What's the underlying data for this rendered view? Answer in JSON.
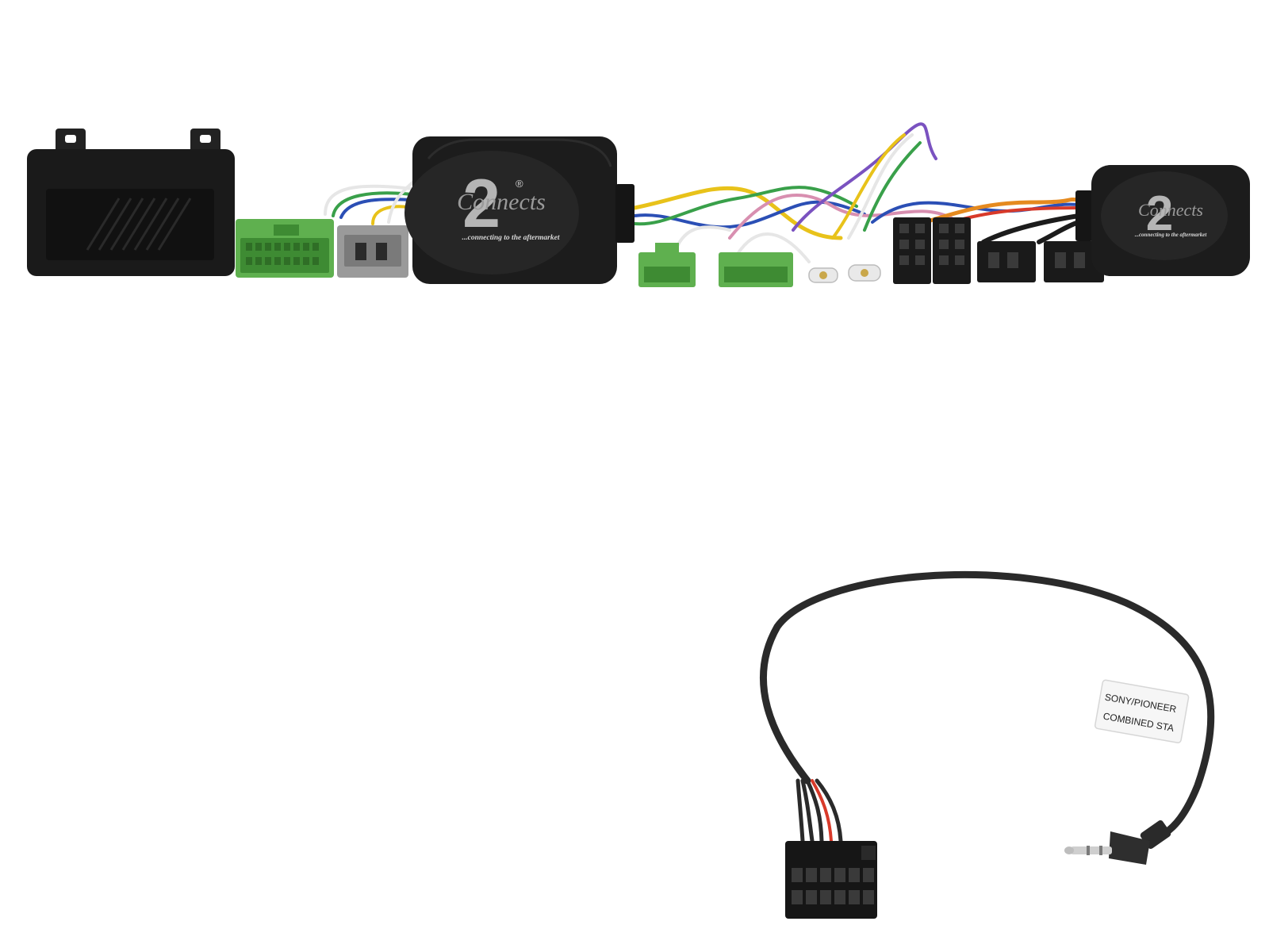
{
  "product": {
    "interface_main": {
      "brand_name": "Connects",
      "brand_number": "2",
      "registered": "®",
      "tagline": "...connecting to the aftermarket"
    },
    "interface_small": {
      "brand_name": "Connects",
      "brand_number": "2",
      "tagline": "...connecting to the aftermarket"
    },
    "patch_lead_label": {
      "line1": "SONY/PIONEER",
      "line2": "COMBINED STA"
    }
  },
  "colors": {
    "background": "#ffffff",
    "housing": "#1c1c1c",
    "green_connector": "#5fb04f",
    "grey_connector": "#9a9a9a",
    "wire_yellow": "#e8c21a",
    "wire_blue": "#2b4fb5",
    "wire_green": "#39a04a",
    "wire_pink": "#d88fb0",
    "wire_red": "#d83a2a",
    "wire_orange": "#e58a1f",
    "wire_white": "#e6e6e6",
    "wire_violet": "#7a52c0"
  }
}
